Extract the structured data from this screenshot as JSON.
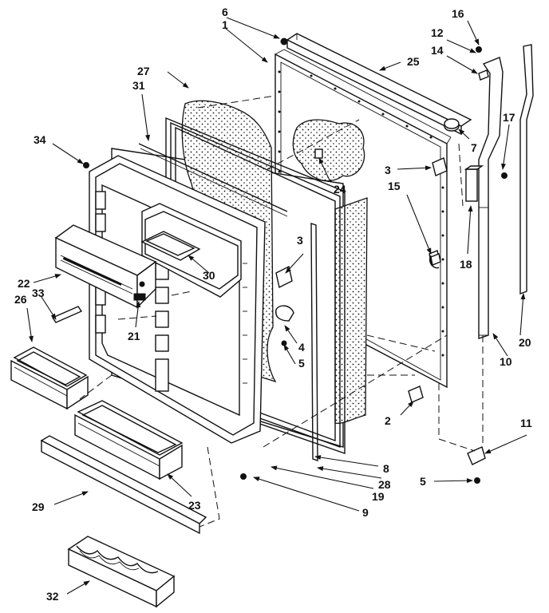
{
  "diagram": {
    "callouts": [
      {
        "id": "c1",
        "text": "1"
      },
      {
        "id": "c2",
        "text": "2"
      },
      {
        "id": "c3a",
        "text": "3"
      },
      {
        "id": "c3b",
        "text": "3"
      },
      {
        "id": "c4",
        "text": "4"
      },
      {
        "id": "c5a",
        "text": "5"
      },
      {
        "id": "c5b",
        "text": "5"
      },
      {
        "id": "c6",
        "text": "6"
      },
      {
        "id": "c7",
        "text": "7"
      },
      {
        "id": "c8",
        "text": "8"
      },
      {
        "id": "c9",
        "text": "9"
      },
      {
        "id": "c10",
        "text": "10"
      },
      {
        "id": "c11",
        "text": "11"
      },
      {
        "id": "c12",
        "text": "12"
      },
      {
        "id": "c14",
        "text": "14"
      },
      {
        "id": "c15",
        "text": "15"
      },
      {
        "id": "c16",
        "text": "16"
      },
      {
        "id": "c17",
        "text": "17"
      },
      {
        "id": "c18",
        "text": "18"
      },
      {
        "id": "c19",
        "text": "19"
      },
      {
        "id": "c20",
        "text": "20"
      },
      {
        "id": "c21",
        "text": "21"
      },
      {
        "id": "c22",
        "text": "22"
      },
      {
        "id": "c23",
        "text": "23"
      },
      {
        "id": "c24",
        "text": "24"
      },
      {
        "id": "c25",
        "text": "25"
      },
      {
        "id": "c26",
        "text": "26"
      },
      {
        "id": "c27",
        "text": "27"
      },
      {
        "id": "c28",
        "text": "28"
      },
      {
        "id": "c29",
        "text": "29"
      },
      {
        "id": "c30",
        "text": "30"
      },
      {
        "id": "c31",
        "text": "31"
      },
      {
        "id": "c32",
        "text": "32"
      },
      {
        "id": "c33",
        "text": "33"
      },
      {
        "id": "c34",
        "text": "34"
      }
    ]
  }
}
